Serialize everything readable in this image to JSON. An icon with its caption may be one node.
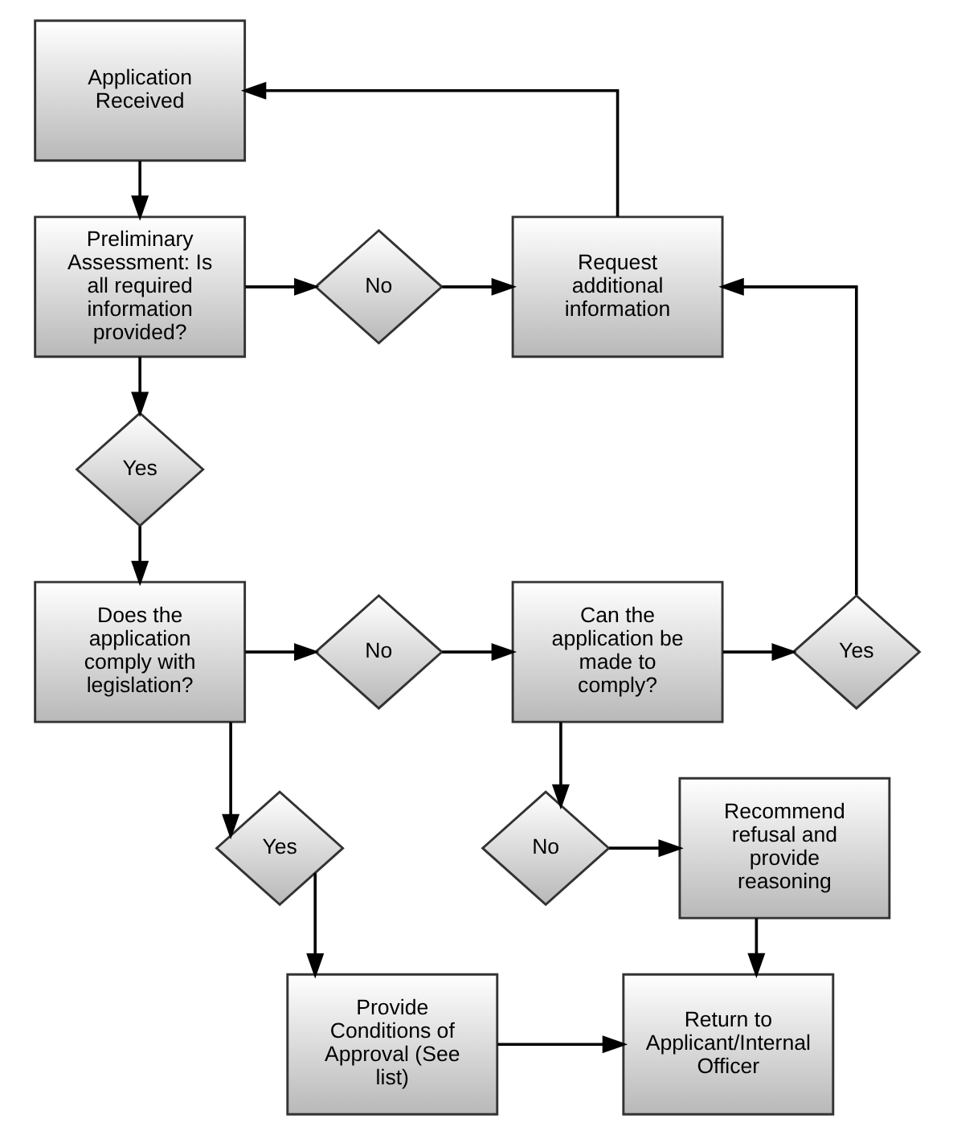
{
  "diagram": {
    "nodes": [
      {
        "text": [
          "Application Received"
        ]
      },
      {
        "text": [
          "Preliminary Assessment: Is all required information provided?"
        ]
      },
      {
        "text": [
          "No"
        ]
      },
      {
        "text": [
          "Request additional information"
        ]
      },
      {
        "text": [
          "Yes"
        ]
      },
      {
        "text": [
          "Does the application comply with legislation?"
        ]
      },
      {
        "text": [
          "No"
        ]
      },
      {
        "text": [
          "Can the application be made to comply?"
        ]
      },
      {
        "text": [
          "Yes"
        ]
      },
      {
        "text": [
          "Yes"
        ]
      },
      {
        "text": [
          "No"
        ]
      },
      {
        "text": [
          "Recommend refusal and provide reasoning"
        ]
      },
      {
        "text": [
          "Provide Conditions of Approval (See list)"
        ]
      },
      {
        "text": [
          "Return to Applicant/Internal Officer"
        ]
      }
    ],
    "edges": [
      {
        "from": 0,
        "to": 1,
        "arrow": "to"
      },
      {
        "from": 1,
        "to": 2,
        "arrow": "to"
      },
      {
        "from": 2,
        "to": 3,
        "arrow": "to"
      },
      {
        "from": 3,
        "to": 0,
        "arrow": "to"
      },
      {
        "from": 1,
        "to": 4,
        "arrow": "to"
      },
      {
        "from": 4,
        "to": 5,
        "arrow": "to"
      },
      {
        "from": 5,
        "to": 6,
        "arrow": "to"
      },
      {
        "from": 6,
        "to": 7,
        "arrow": "to"
      },
      {
        "from": 7,
        "to": 9,
        "arrow": "to"
      },
      {
        "from": 9,
        "to": 3,
        "arrow": "to"
      },
      {
        "from": 5,
        "to": 8,
        "arrow": "to"
      },
      {
        "from": 7,
        "to": 10,
        "arrow": "to"
      },
      {
        "from": 10,
        "to": 11,
        "arrow": "to"
      },
      {
        "from": 8,
        "to": 12,
        "arrow": "to"
      },
      {
        "from": 12,
        "to": 13,
        "arrow": "to"
      },
      {
        "from": 11,
        "to": 13,
        "arrow": "to"
      }
    ]
  }
}
